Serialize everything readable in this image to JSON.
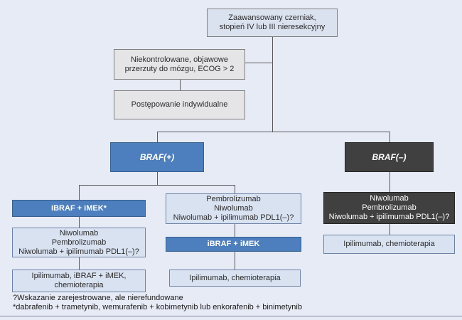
{
  "colors": {
    "background": "#e7ebf6",
    "blue_fill": "#4d7ebd",
    "blue_border": "#38608f",
    "dark_fill": "#404040",
    "dark_border": "#262626",
    "light_blue_fill": "#d9e2f1",
    "gray_fill": "#e5e5e7",
    "connector": "#595959"
  },
  "flowchart": {
    "root": {
      "line1": "Zaawansowany czerniak,",
      "line2": "stopień IV lub III nieresekcyjny"
    },
    "brain_mets": {
      "line1": "Niekontrolowane, objawowe",
      "line2": "przerzuty do mózgu, ECOG > 2"
    },
    "individual": {
      "label": "Postępowanie indywidualne"
    },
    "braf_positive": {
      "label": "BRAF(+)"
    },
    "braf_negative": {
      "label": "BRAF(–)"
    },
    "left_column": {
      "first_line": {
        "label": "iBRAF + iMEK*"
      },
      "second_line": {
        "line1": "Niwolumab",
        "line2": "Pembrolizumab",
        "line3": "Niwolumab + ipilimumab PDL1(–)?"
      },
      "third_line": {
        "line1": "Ipilimumab, iBRAF + iMEK,",
        "line2": "chemioterapia"
      }
    },
    "middle_column": {
      "first_line": {
        "line1": "Pembrolizumab",
        "line2": "Niwolumab",
        "line3": "Niwolumab + ipilimumab PDL1(–)?"
      },
      "second_line": {
        "label": "iBRAF + iMEK"
      },
      "third_line": {
        "label": "Ipilimumab, chemioterapia"
      }
    },
    "right_column": {
      "first_line": {
        "line1": "Niwolumab",
        "line2": "Pembrolizumab",
        "line3": "Niwolumab + ipilimumab PDL1(–)?"
      },
      "second_line": {
        "label": "Ipilimumab, chemioterapia"
      }
    }
  },
  "footnotes": {
    "line1": "?Wskazanie zarejestrowane, ale nierefundowane",
    "line2": "*dabrafenib + trametynib, wemurafenib + kobimetynib lub enkorafenib + binimetynib"
  }
}
